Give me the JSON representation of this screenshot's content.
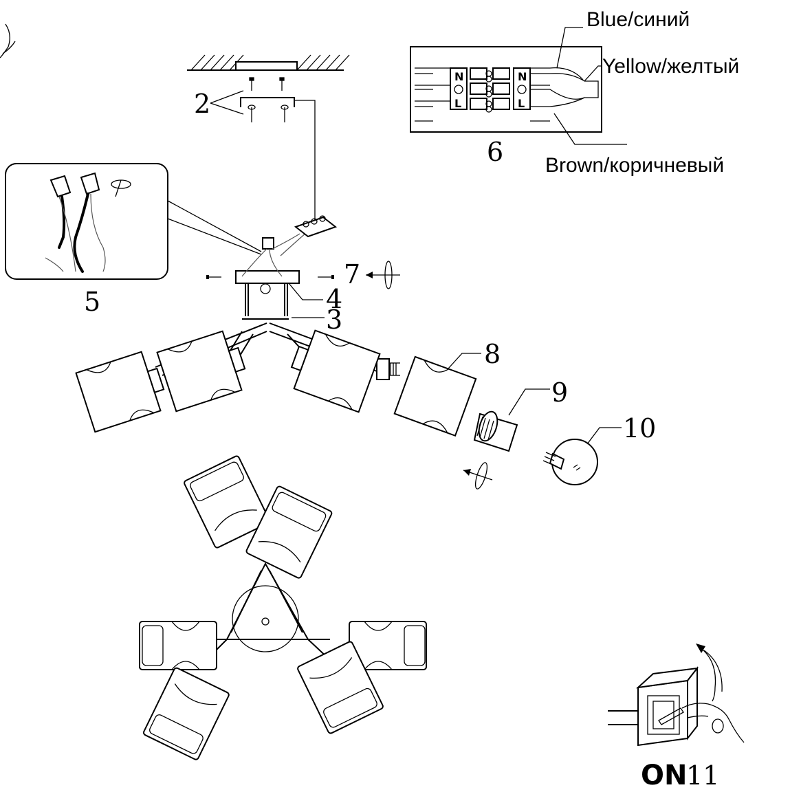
{
  "callouts": {
    "screws": "2",
    "tube": "3",
    "bracket_plate": "4",
    "connector_detail": "5",
    "terminal_block": "6",
    "side_screw": "7",
    "lamp_shade": "8",
    "shade_ring": "9",
    "bulb": "10",
    "switch": "11"
  },
  "wiring": {
    "blue": "Blue/синий",
    "yellow": "Yellow/желтый",
    "brown": "Brown/коричневый"
  },
  "switch_state": "ON"
}
